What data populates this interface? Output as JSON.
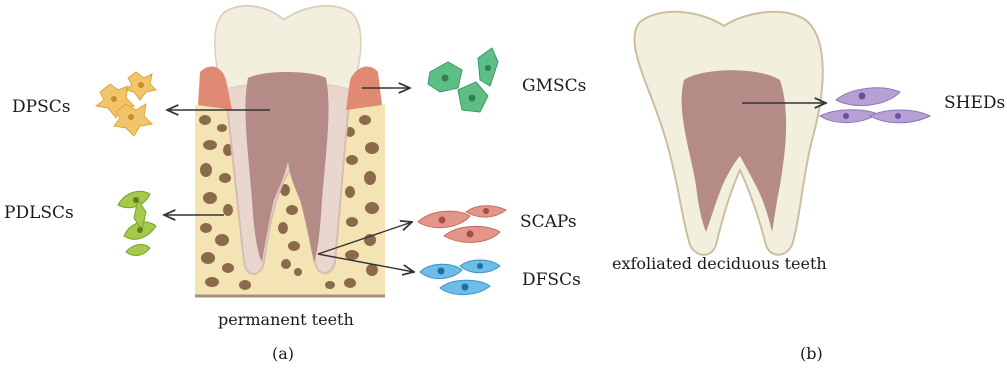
{
  "panel_a": {
    "caption": "permanent teeth",
    "tag": "(a)",
    "labels": {
      "dpscs": "DPSCs",
      "pdlscs": "PDLSCs",
      "gmscs": "GMSCs",
      "scaps": "SCAPs",
      "dfscs": "DFSCs"
    }
  },
  "panel_b": {
    "caption": "exfoliated deciduous teeth",
    "tag": "(b)",
    "labels": {
      "sheds": "SHEDs"
    }
  },
  "colors": {
    "enamel": "#f3efdf",
    "dentin": "#e9d6cc",
    "pulp": "#b58b88",
    "gingiva": "#e08a74",
    "bone": "#f4e4b3",
    "trabecula": "#8a6a4a",
    "dpsc_cell": "#f2c56b",
    "pdlsc_cell": "#a5c94a",
    "gmsc_cell": "#5dbf86",
    "scap_cell": "#e3958a",
    "dfsc_cell": "#6cbde8",
    "shed_cell": "#b7a0d6"
  }
}
